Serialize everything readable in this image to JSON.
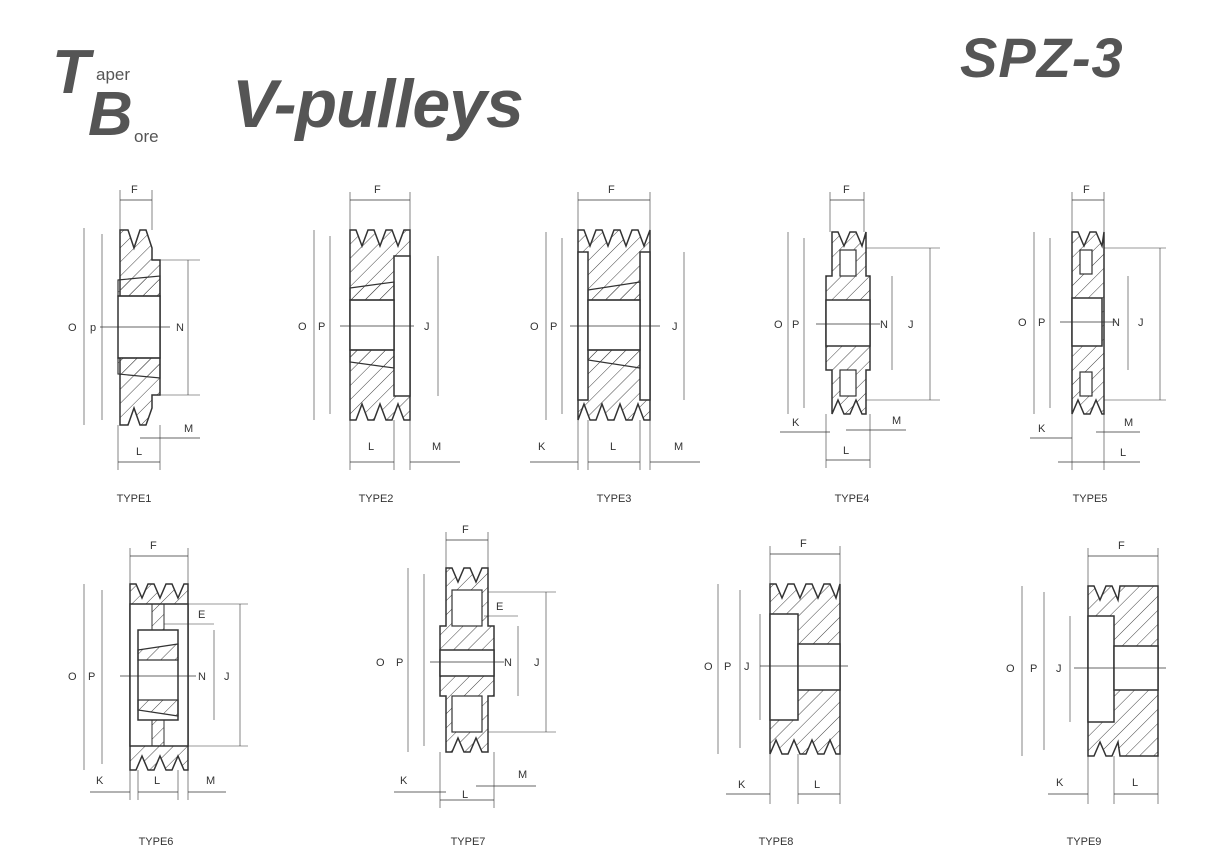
{
  "logo": {
    "t": "T",
    "aper": "aper",
    "b": "B",
    "ore": "ore"
  },
  "title": "V-pulleys",
  "code": "SPZ-3",
  "dims": {
    "F": "F",
    "O": "O",
    "P": "P",
    "p": "p",
    "N": "N",
    "J": "J",
    "L": "L",
    "M": "M",
    "K": "K",
    "E": "E"
  },
  "types": [
    "TYPE1",
    "TYPE2",
    "TYPE3",
    "TYPE4",
    "TYPE5",
    "TYPE6",
    "TYPE7",
    "TYPE8",
    "TYPE9"
  ]
}
